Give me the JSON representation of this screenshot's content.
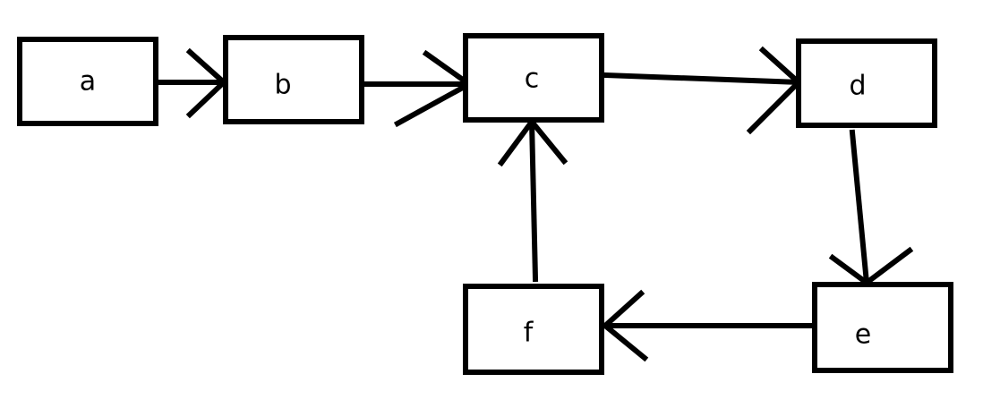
{
  "diagram": {
    "colors": {
      "stroke": "#000000",
      "background": "#ffffff"
    },
    "nodes": [
      {
        "id": "a",
        "label": "a"
      },
      {
        "id": "b",
        "label": "b"
      },
      {
        "id": "c",
        "label": "c"
      },
      {
        "id": "d",
        "label": "d"
      },
      {
        "id": "e",
        "label": "e"
      },
      {
        "id": "f",
        "label": "f"
      }
    ],
    "edges": [
      {
        "from": "a",
        "to": "b"
      },
      {
        "from": "b",
        "to": "c"
      },
      {
        "from": "c",
        "to": "d"
      },
      {
        "from": "d",
        "to": "e"
      },
      {
        "from": "e",
        "to": "f"
      },
      {
        "from": "f",
        "to": "c"
      }
    ]
  }
}
